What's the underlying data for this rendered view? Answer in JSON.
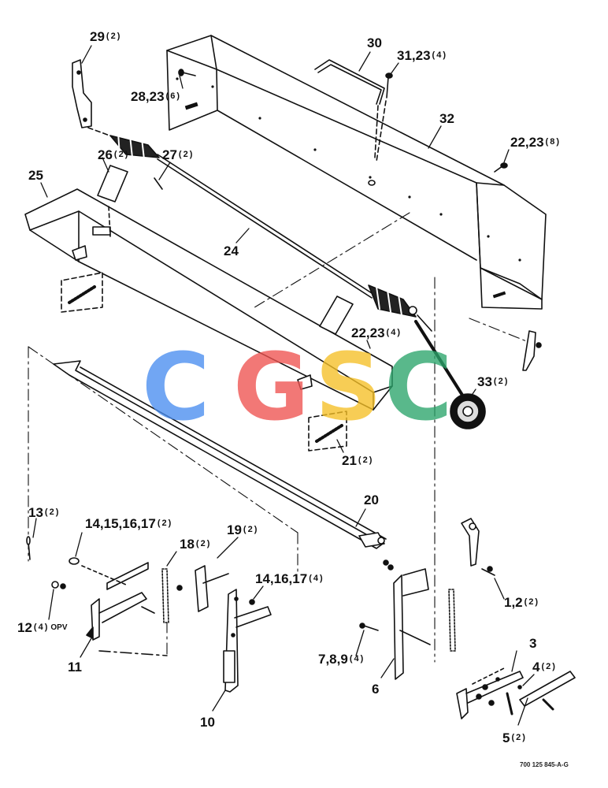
{
  "watermark": {
    "letters": [
      {
        "char": "C",
        "color": "#4a8ef0"
      },
      {
        "char": "G",
        "color": "#ef5350"
      },
      {
        "char": "S",
        "color": "#f6c026"
      },
      {
        "char": "C",
        "color": "#2ba56b"
      }
    ]
  },
  "callouts": [
    {
      "num": "29",
      "qty": "(2)"
    },
    {
      "num": "30",
      "qty": ""
    },
    {
      "num": "31,23",
      "qty": "(4)"
    },
    {
      "num": "28,23",
      "qty": "(6)"
    },
    {
      "num": "32",
      "qty": ""
    },
    {
      "num": "22,23",
      "qty": "(8)"
    },
    {
      "num": "26",
      "qty": "(2)"
    },
    {
      "num": "27",
      "qty": "(2)"
    },
    {
      "num": "25",
      "qty": ""
    },
    {
      "num": "24",
      "qty": ""
    },
    {
      "num": "22,23",
      "qty": "(4)"
    },
    {
      "num": "33",
      "qty": "(2)"
    },
    {
      "num": "21",
      "qty": "(2)"
    },
    {
      "num": "20",
      "qty": ""
    },
    {
      "num": "13",
      "qty": "(2)"
    },
    {
      "num": "14,15,16,17",
      "qty": "(2)"
    },
    {
      "num": "19",
      "qty": "(2)"
    },
    {
      "num": "18",
      "qty": "(2)"
    },
    {
      "num": "14,16,17",
      "qty": "(4)"
    },
    {
      "num": "12",
      "qty": "(4)",
      "suffix": "OPV"
    },
    {
      "num": "11",
      "qty": ""
    },
    {
      "num": "1,2",
      "qty": "(2)"
    },
    {
      "num": "7,8,9",
      "qty": "(4)"
    },
    {
      "num": "3",
      "qty": ""
    },
    {
      "num": "4",
      "qty": "(2)"
    },
    {
      "num": "6",
      "qty": ""
    },
    {
      "num": "10",
      "qty": ""
    },
    {
      "num": "5",
      "qty": "(2)"
    }
  ],
  "drawing_code": "700 125 845-A-G"
}
